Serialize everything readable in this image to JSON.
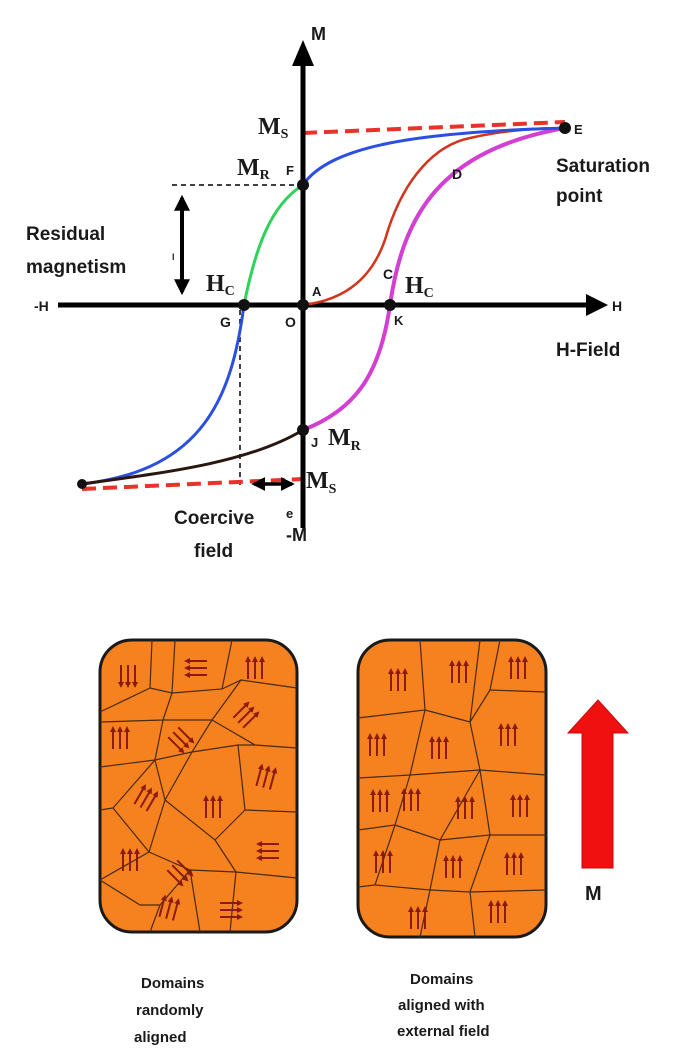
{
  "axes": {
    "m_top": "M",
    "m_bottom": "-M",
    "h_left": "-H",
    "h_right": "H",
    "h_field": "H-Field"
  },
  "points": {
    "A": "A",
    "C": "C",
    "D": "D",
    "E": "E",
    "F": "F",
    "G": "G",
    "J": "J",
    "K": "K",
    "O": "O",
    "e": "e",
    "l": "l"
  },
  "symbols": {
    "ms_main": "M",
    "ms_sub": "S",
    "mr_main": "M",
    "mr_sub": "R",
    "hc_main": "H",
    "hc_sub": "C"
  },
  "labels": {
    "saturation_1": "Saturation",
    "saturation_2": "point",
    "residual_1": "Residual",
    "residual_2": "magnetism",
    "coercive_1": "Coercive",
    "coercive_2": "field"
  },
  "domains": {
    "arrow_label": "M",
    "random_caption": [
      "Domains",
      "randomly",
      "aligned"
    ],
    "aligned_caption": [
      "Domains",
      "aligned with",
      "external field"
    ]
  },
  "colors": {
    "axis": "#000000",
    "saturation_dash": "#e8322a",
    "virgin_curve": "#d2341c",
    "magenta_curve": "#d23fd2",
    "blue_curve": "#2b4fe0",
    "green_curve": "#2fd25a",
    "dark_curve": "#2a1810",
    "domain_fill": "#f5811f",
    "domain_arrow": "#8b1a10",
    "big_arrow": "#f01010"
  }
}
